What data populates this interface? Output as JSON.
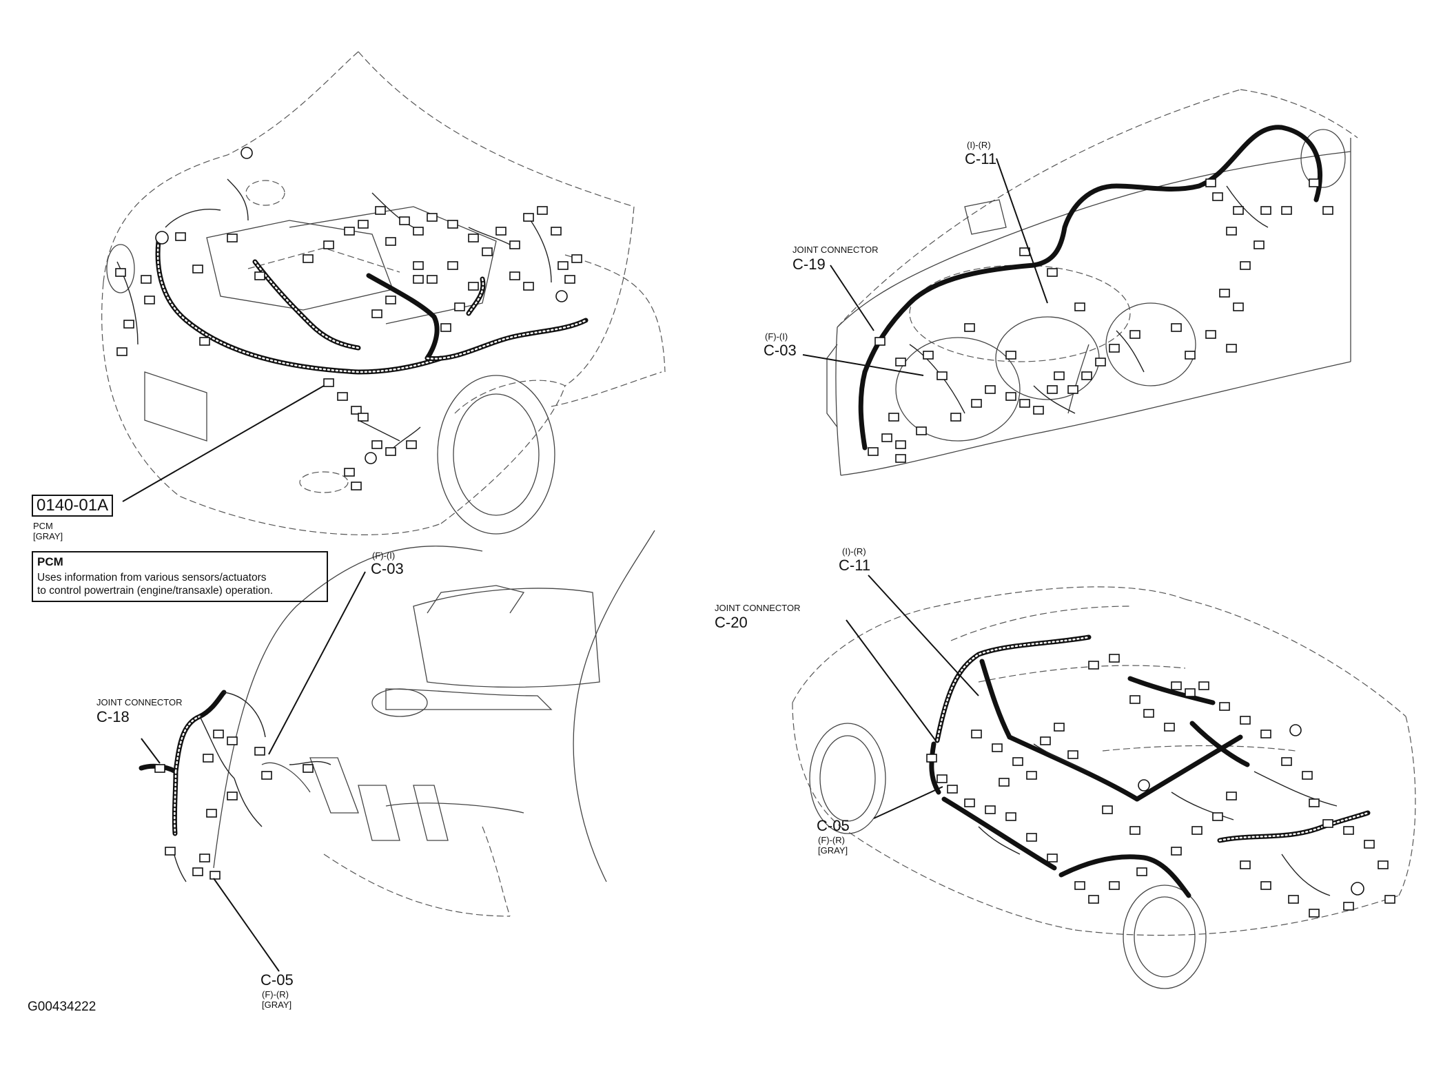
{
  "engine_view": {
    "connector_code": "0140-01A",
    "connector_name": "PCM",
    "connector_color": "[GRAY]",
    "description_box": {
      "title": "PCM",
      "lines": [
        "Uses information from various sensors/actuators",
        "to control powertrain (engine/transaxle) operation."
      ]
    }
  },
  "dash_view": {
    "c11": {
      "pos": "(I)-(R)",
      "id": "C-11"
    },
    "c19": {
      "type": "JOINT CONNECTOR",
      "id": "C-19"
    },
    "c03": {
      "pos": "(F)-(I)",
      "id": "C-03"
    }
  },
  "footwell_view": {
    "c03": {
      "pos": "(F)-(I)",
      "id": "C-03"
    },
    "c18": {
      "type": "JOINT CONNECTOR",
      "id": "C-18"
    },
    "c05": {
      "id": "C-05",
      "pos": "(F)-(R)",
      "color": "[GRAY]"
    }
  },
  "body_view": {
    "c11": {
      "pos": "(I)-(R)",
      "id": "C-11"
    },
    "c20": {
      "type": "JOINT CONNECTOR",
      "id": "C-20"
    },
    "c05": {
      "id": "C-05",
      "pos": "(F)-(R)",
      "color": "[GRAY]"
    }
  },
  "figure_id": "G00434222"
}
